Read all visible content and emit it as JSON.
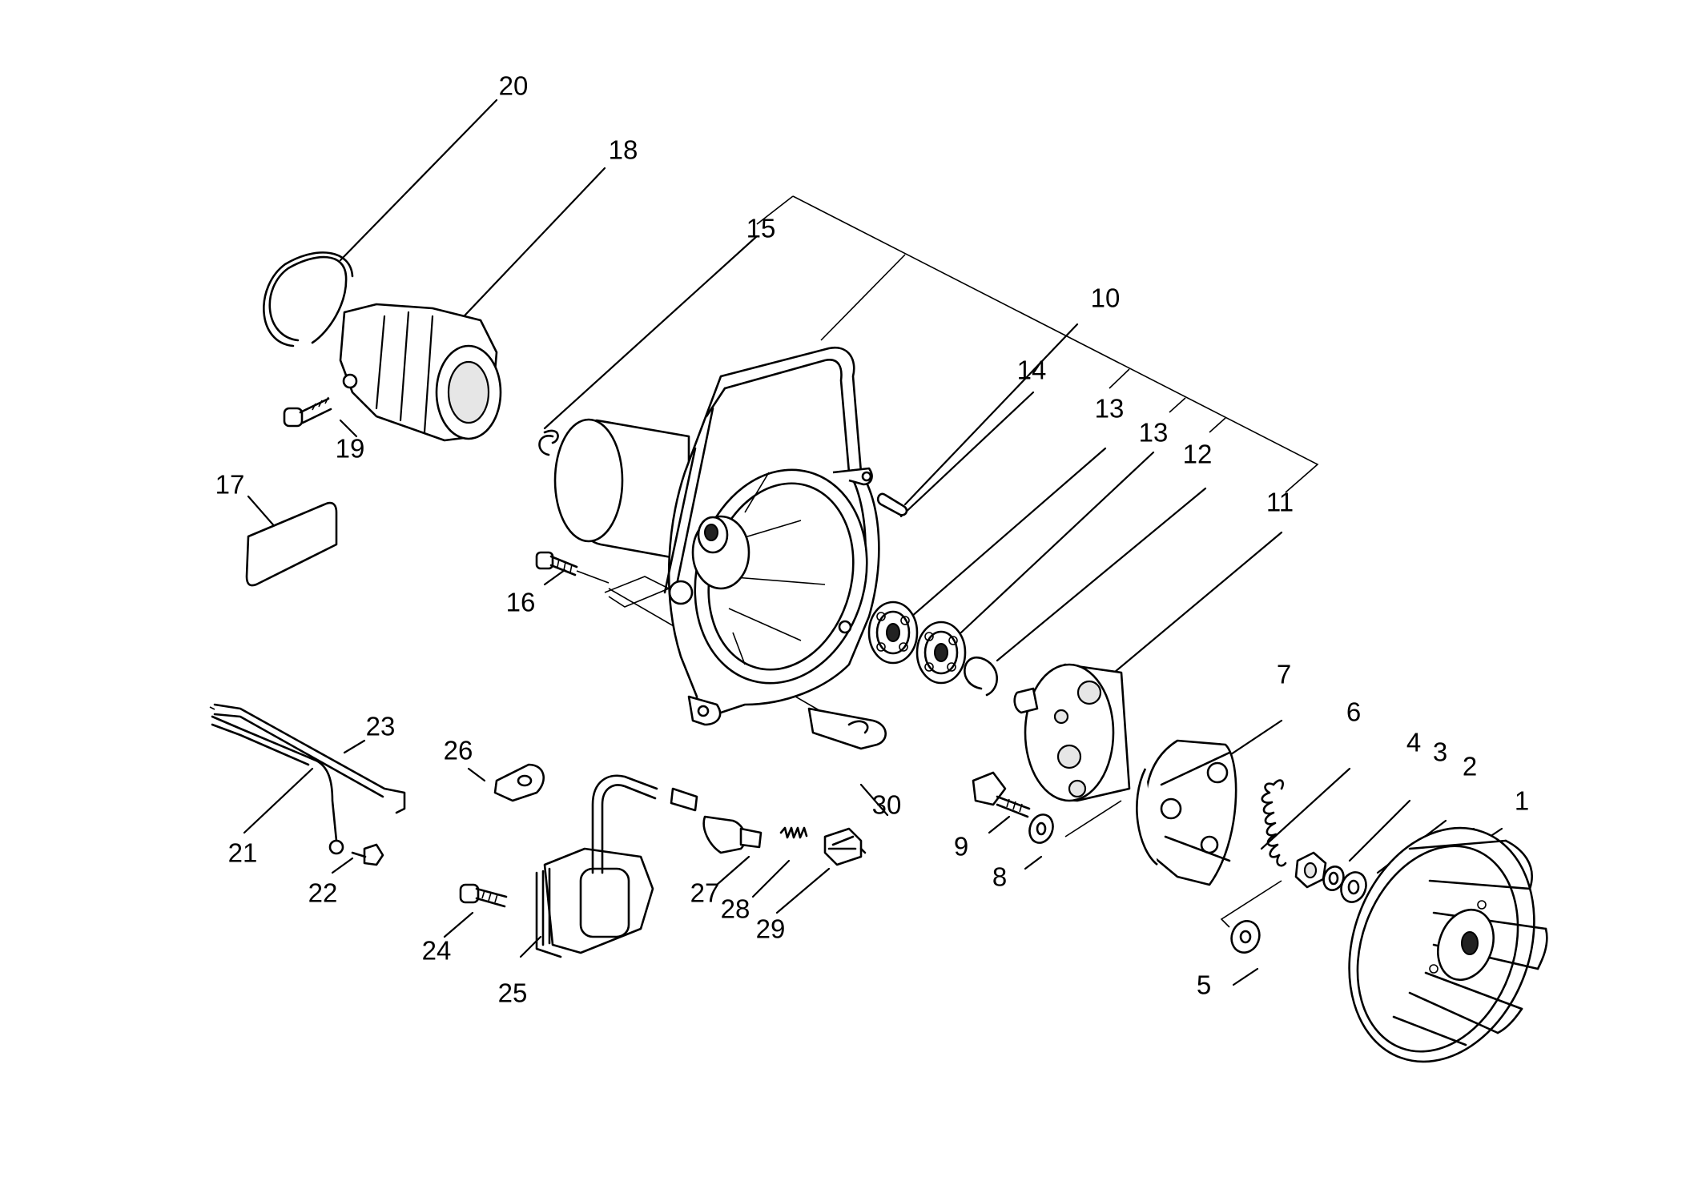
{
  "labels": {
    "p1": "1",
    "p2": "2",
    "p3": "3",
    "p4": "4",
    "p5": "5",
    "p6": "6",
    "p7": "7",
    "p8": "8",
    "p9": "9",
    "p10": "10",
    "p11": "11",
    "p12": "12",
    "p13a": "13",
    "p13b": "13",
    "p14": "14",
    "p15": "15",
    "p16": "16",
    "p17": "17",
    "p18": "18",
    "p19": "19",
    "p20": "20",
    "p21": "21",
    "p22": "22",
    "p23": "23",
    "p24": "24",
    "p25": "25",
    "p26": "26",
    "p27": "27",
    "p28": "28",
    "p29": "29",
    "p30": "30"
  }
}
